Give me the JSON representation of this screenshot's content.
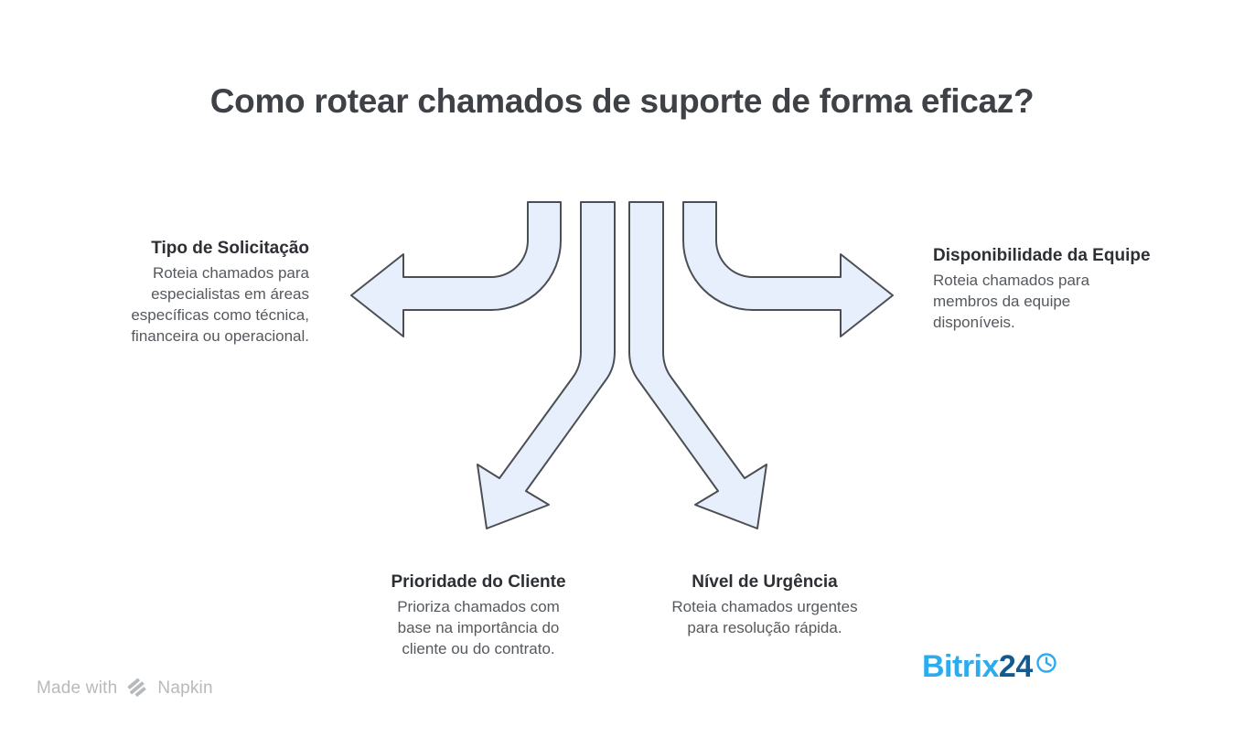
{
  "title": "Como rotear chamados de suporte de forma eficaz?",
  "branches": {
    "left": {
      "label": "Tipo de Solicitação",
      "description": "Roteia chamados para\nespecialistas em áreas\nespecíficas como técnica,\nfinanceira ou operacional."
    },
    "right": {
      "label": "Disponibilidade da Equipe",
      "description": "Roteia chamados para\nmembros da equipe\ndisponíveis."
    },
    "bottom_left": {
      "label": "Prioridade do Cliente",
      "description": "Prioriza chamados com\nbase na importância do\ncliente ou do contrato."
    },
    "bottom_right": {
      "label": "Nível de Urgência",
      "description": "Roteia chamados urgentes\npara resolução rápida."
    }
  },
  "watermark": {
    "prefix": "Made with",
    "brand": "Napkin"
  },
  "logo": {
    "part1": "Bitrix",
    "part2": "24",
    "icon": "clock-icon"
  },
  "colors": {
    "arrow_fill": "#e8effc",
    "arrow_stroke": "#4b4f54",
    "title_text": "#3e4145",
    "heading_text": "#2c2f33",
    "body_text": "#55595e",
    "watermark_text": "#b7babc",
    "logo_light_blue": "#2bacee",
    "logo_dark_blue": "#14598f"
  }
}
